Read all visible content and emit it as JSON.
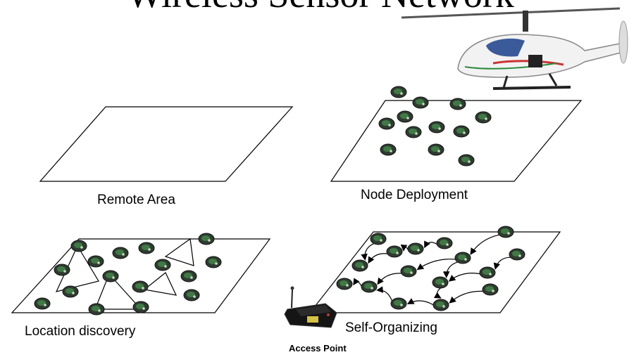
{
  "title": "Wireless Sensor Network",
  "panels": {
    "remote_area": "Remote Area",
    "node_deployment": "Node Deployment",
    "location_discovery": "Location discovery",
    "self_organizing": "Self-Organizing"
  },
  "access_point_label": "Access Point",
  "images": {
    "helicopter": "helicopter-image",
    "sensor_node": "sensor-node-icon",
    "access_point_device": "access-point-device-image"
  },
  "colors": {
    "node_dark": "#2f3b30",
    "node_green": "#3f7a45",
    "line": "#000000"
  }
}
